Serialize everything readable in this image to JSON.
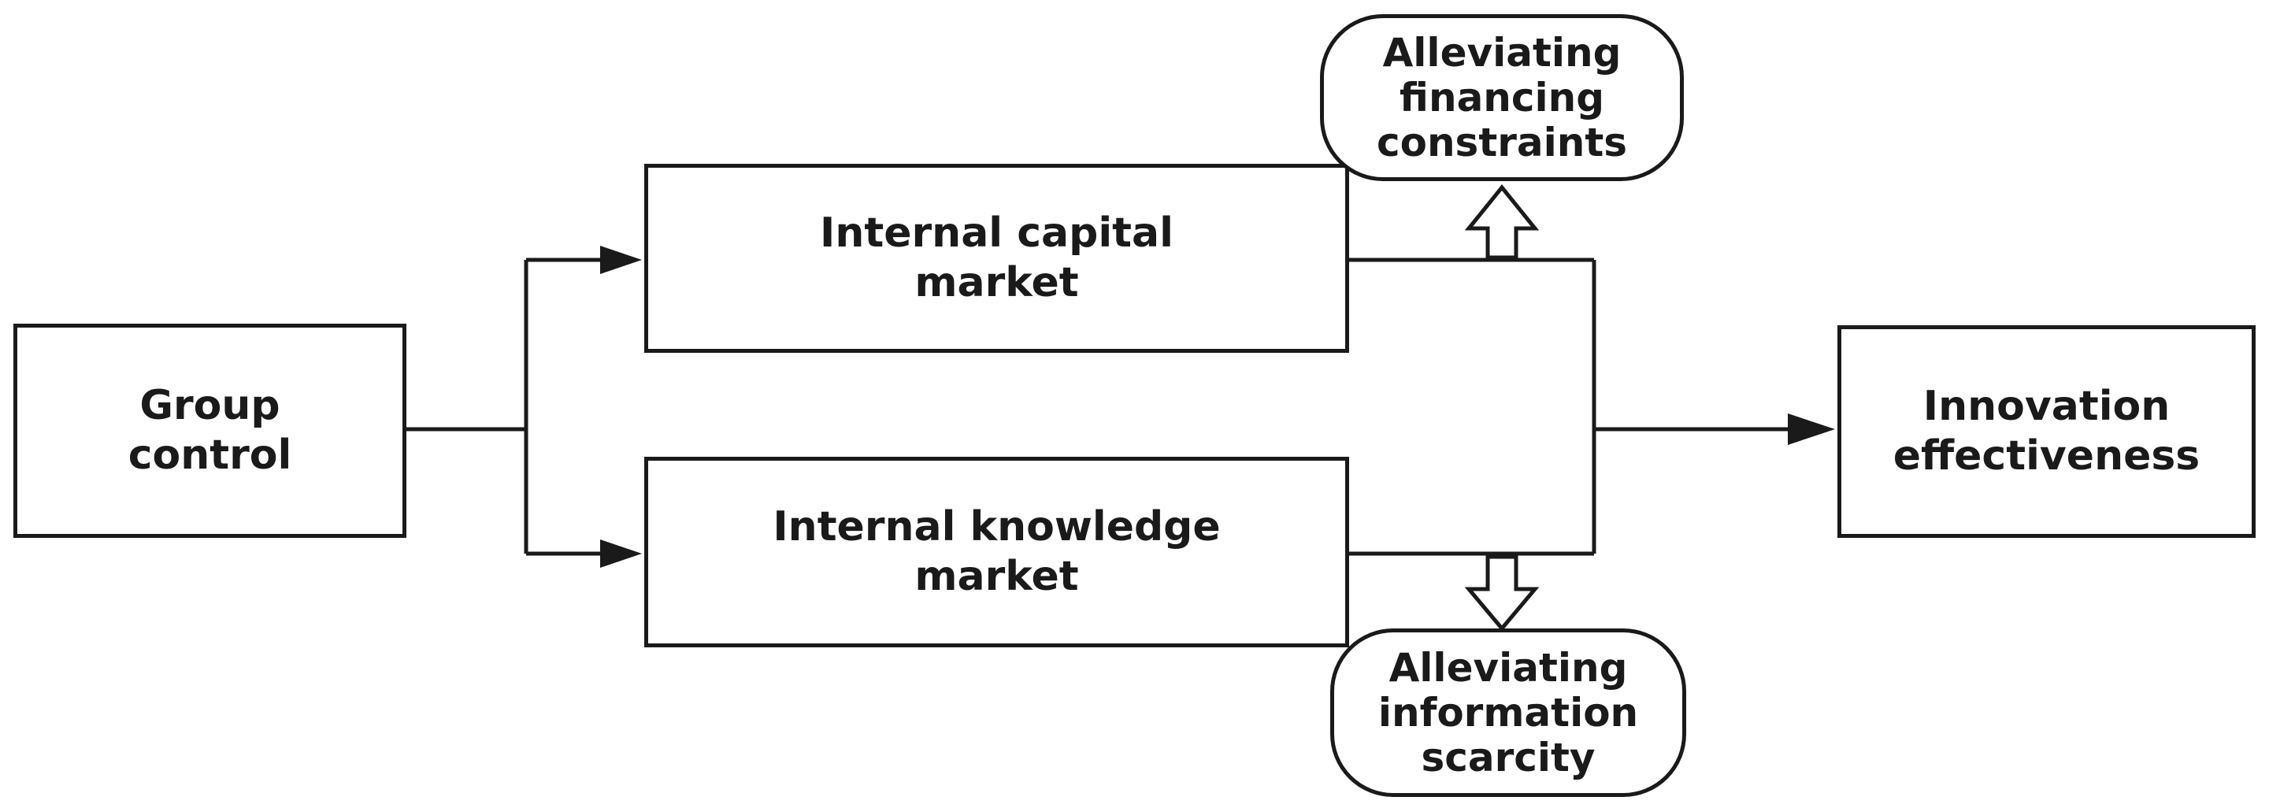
{
  "nodes": {
    "group_control": {
      "lines": [
        "Group",
        "control"
      ]
    },
    "capital_market": {
      "lines": [
        "Internal capital",
        "market"
      ]
    },
    "knowledge_market": {
      "lines": [
        "Internal knowledge",
        "market"
      ]
    },
    "innovation": {
      "lines": [
        "Innovation",
        "effectiveness"
      ]
    },
    "financing": {
      "lines": [
        "Alleviating",
        "financing",
        "constraints"
      ]
    },
    "information": {
      "lines": [
        "Alleviating",
        "information",
        "scarcity"
      ]
    }
  },
  "colors": {
    "stroke": "#1a1a1a",
    "background": "#ffffff"
  }
}
